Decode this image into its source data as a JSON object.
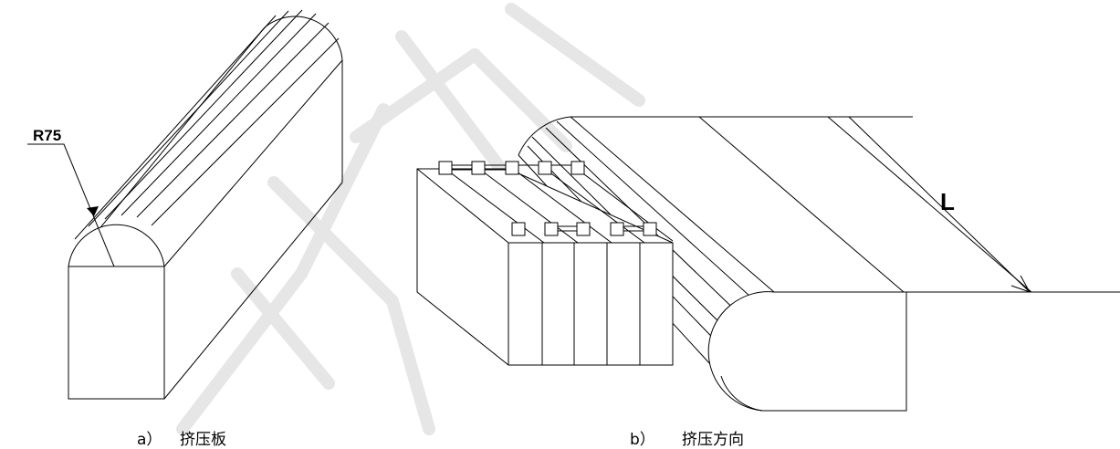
{
  "figure_a": {
    "radius_label": "R75",
    "caption_letter": "a）",
    "caption_text": "挤压板"
  },
  "figure_b": {
    "length_label": "L",
    "caption_letter": "b）",
    "caption_text": "挤压方向"
  }
}
